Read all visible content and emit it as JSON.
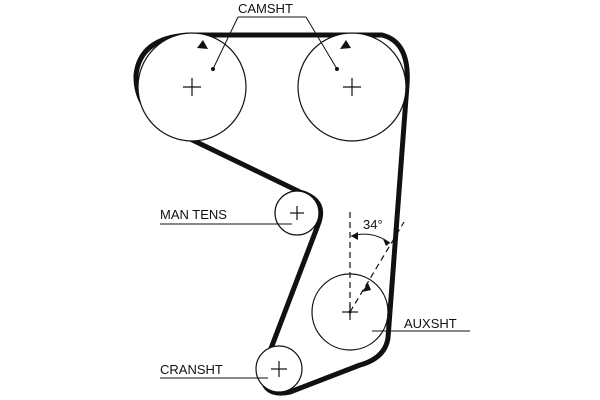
{
  "diagram": {
    "labels": {
      "camshaft": "CAMSHT",
      "man_tens": "MAN TENS",
      "auxshaft": "AUXSHT",
      "crankshaft": "CRANSHT",
      "angle": "34°"
    },
    "colors": {
      "ink": "#111111",
      "background": "#ffffff"
    }
  }
}
